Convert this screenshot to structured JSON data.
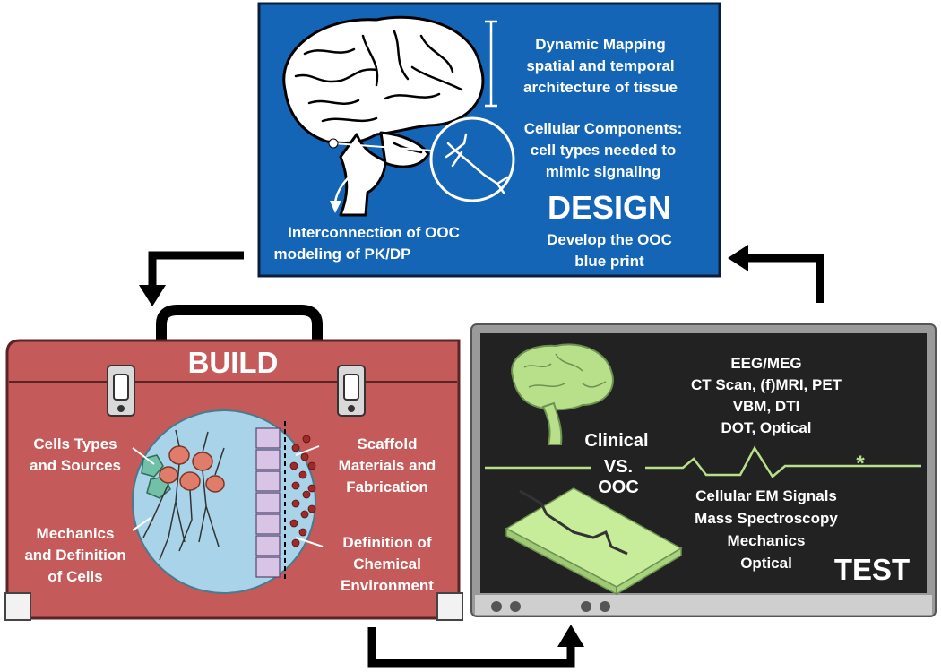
{
  "design": {
    "dynamic_mapping_title": "Dynamic Mapping",
    "dynamic_mapping_line2": "spatial and temporal",
    "dynamic_mapping_line3": "architecture of tissue",
    "cellular_title": "Cellular Components:",
    "cellular_line2": "cell types needed to",
    "cellular_line3": "mimic signaling",
    "label": "DESIGN",
    "blueprint_line1": "Develop the OOC",
    "blueprint_line2": "blue print",
    "interconnection_line1": "Interconnection  of OOC",
    "interconnection_line2": "modeling of PK/DP",
    "colors": {
      "panel": "#1565b6",
      "border": "#0a1e3a"
    }
  },
  "build": {
    "label": "BUILD",
    "cells_line1": "Cells Types",
    "cells_line2": "and Sources",
    "scaffold_line1": "Scaffold",
    "scaffold_line2": "Materials  and",
    "scaffold_line3": "Fabrication",
    "mechanics_line1": "Mechanics",
    "mechanics_line2": "and Definition",
    "mechanics_line3": "of Cells",
    "chemical_line1": "Definition  of",
    "chemical_line2": "Chemical",
    "chemical_line3": "Environment",
    "colors": {
      "box": "#c55a5a",
      "circle": "#a9d3e8"
    }
  },
  "test": {
    "clinical_line1": "EEG/MEG",
    "clinical_line2": "CT Scan, (f)MRI,  PET",
    "clinical_line3": "VBM, DTI",
    "clinical_line4": "DOT, Optical",
    "clinical_label": "Clinical",
    "vs_label": "VS.",
    "ooc_label": "OOC",
    "ooc_line1": "Cellular EM Signals",
    "ooc_line2": "Mass Spectroscopy",
    "ooc_line3": "Mechanics",
    "ooc_line4": "Optical",
    "label": "TEST",
    "asterisk": "*",
    "colors": {
      "screen": "#222222",
      "frame": "#9a9a9a",
      "trace": "#b8e08a"
    }
  }
}
